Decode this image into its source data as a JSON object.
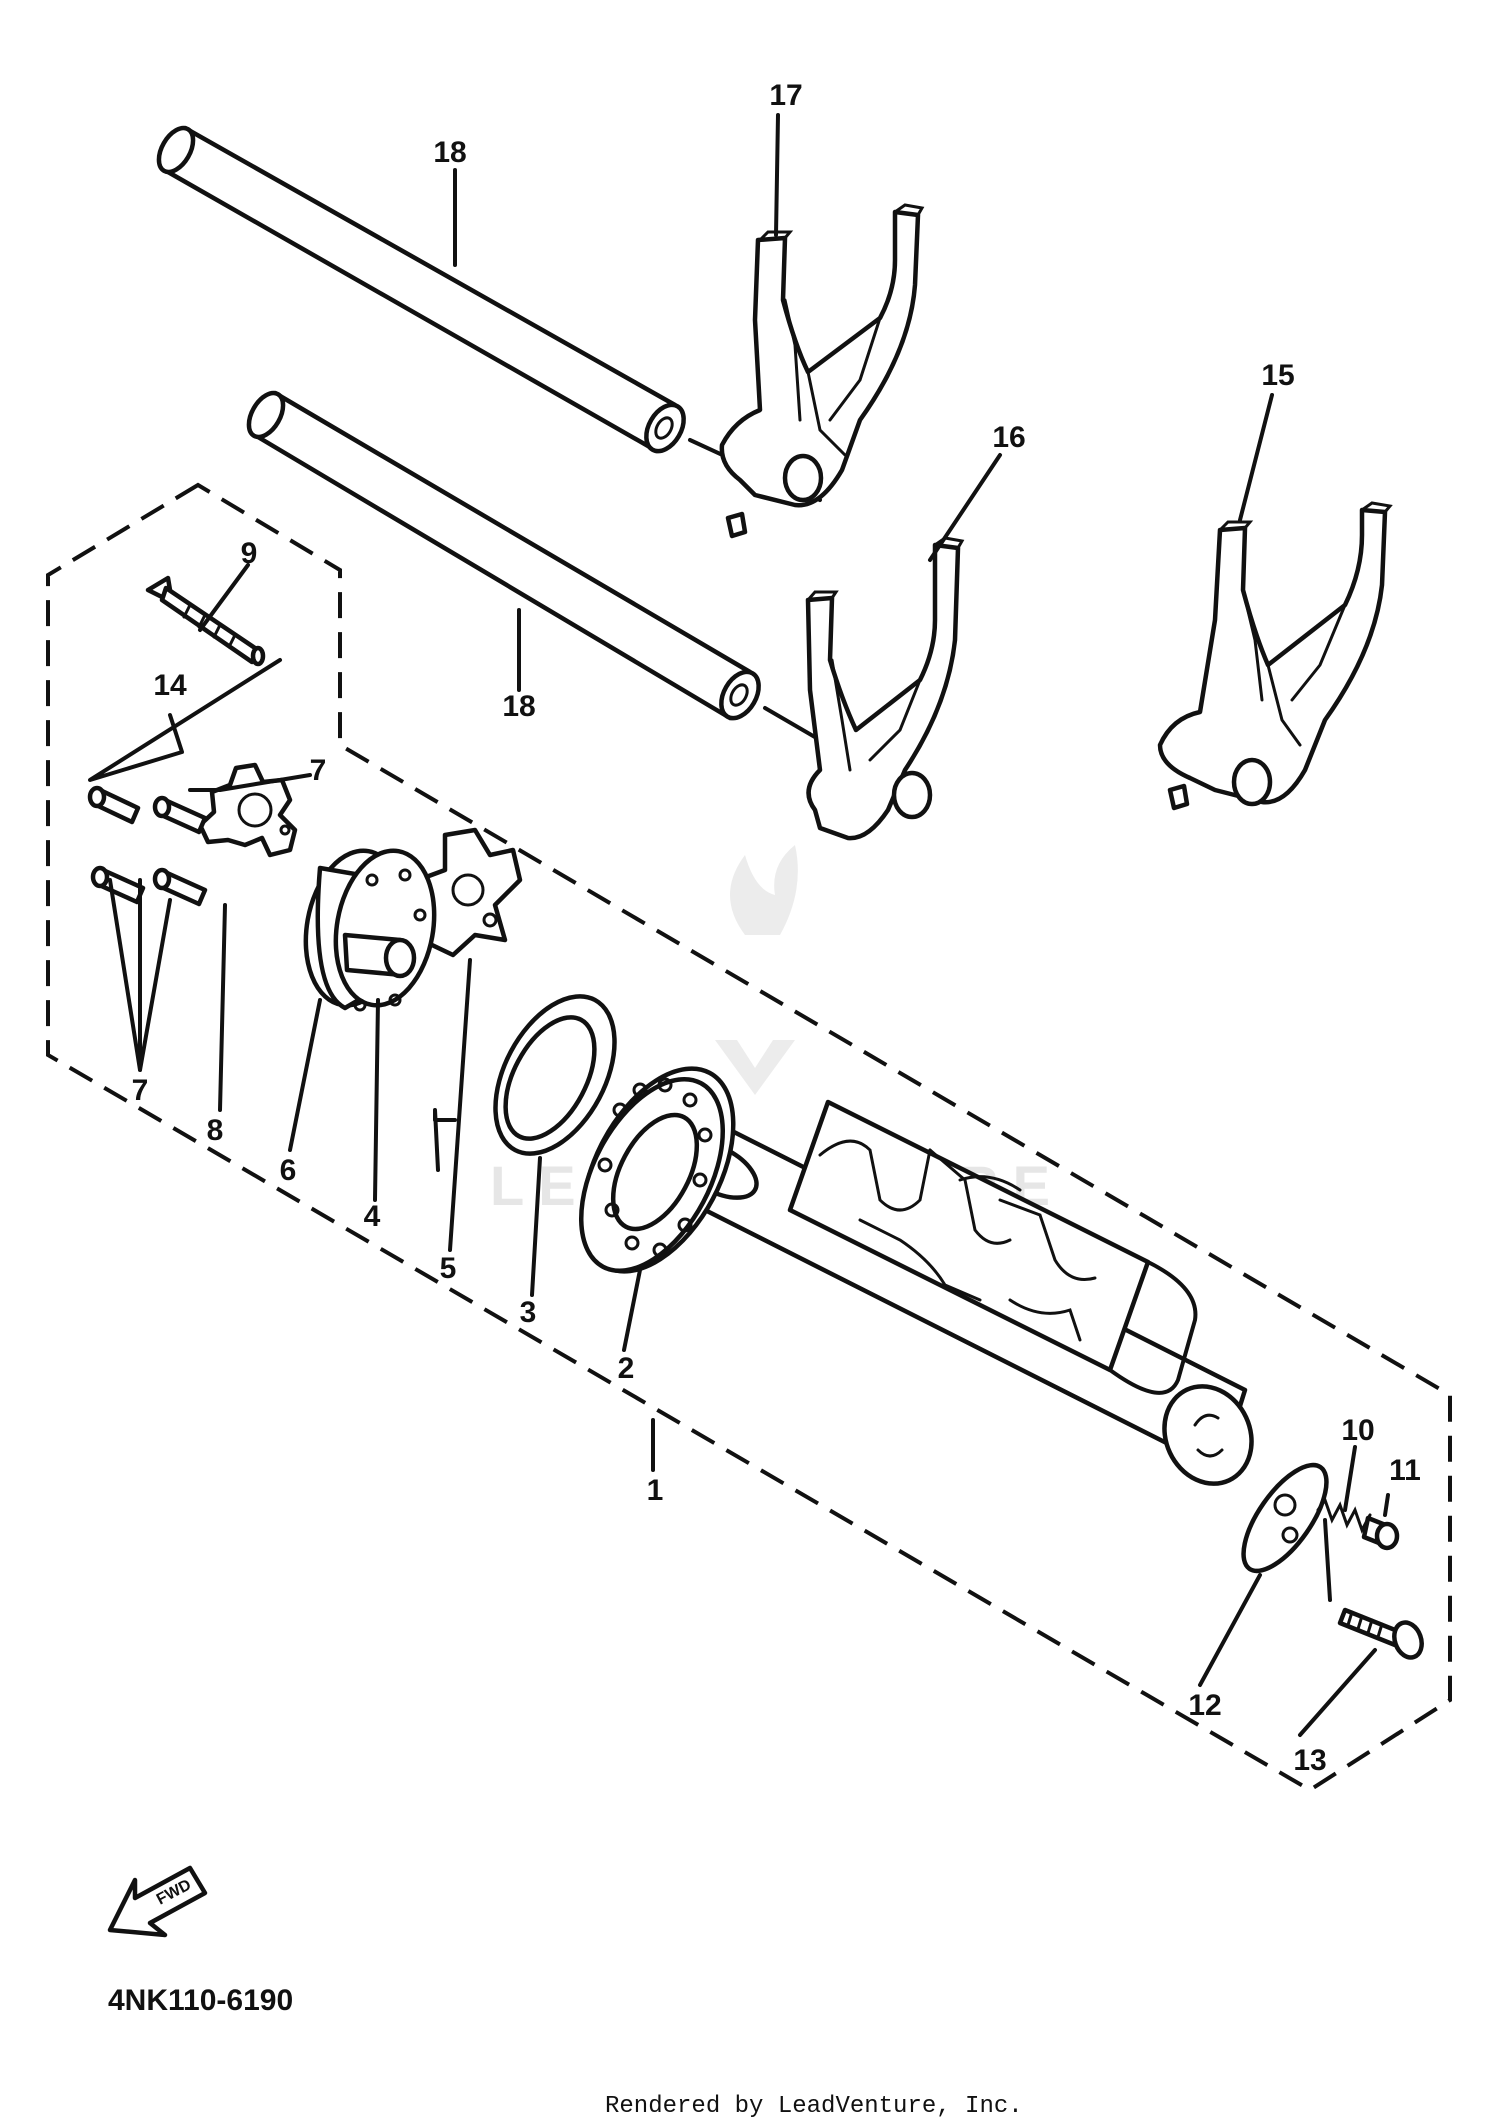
{
  "diagram": {
    "callouts": {
      "c1": "1",
      "c2": "2",
      "c3": "3",
      "c4": "4",
      "c5": "5",
      "c6": "6",
      "c7a": "7",
      "c7b": "7",
      "c8": "8",
      "c9": "9",
      "c10": "10",
      "c11": "11",
      "c12": "12",
      "c13": "13",
      "c14": "14",
      "c15": "15",
      "c16": "16",
      "c17": "17",
      "c18a": "18",
      "c18b": "18"
    },
    "fwd_label": "FWD",
    "watermark": "LEADVENTURE",
    "part_code": "4NK110-6190",
    "footer": "Rendered by LeadVenture, Inc."
  }
}
